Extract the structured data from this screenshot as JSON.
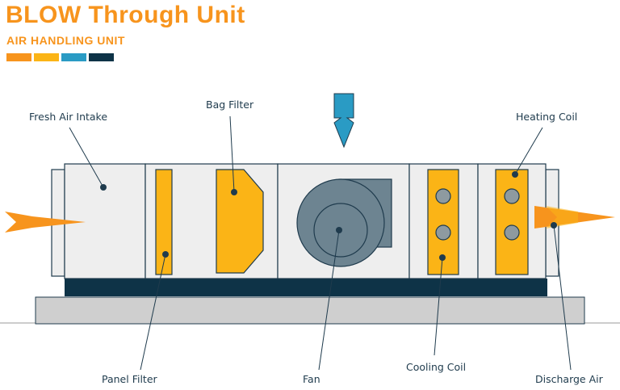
{
  "header": {
    "title": "BLOW Through Unit",
    "subtitle": "AIR HANDLING UNIT",
    "swatches": [
      "#f7941d",
      "#fbb416",
      "#2a9bc4",
      "#0e3347"
    ]
  },
  "labels": {
    "fresh_air_intake": "Fresh Air Intake",
    "bag_filter": "Bag Filter",
    "heating_coil": "Heating Coil",
    "panel_filter": "Panel Filter",
    "fan": "Fan",
    "cooling_coil": "Cooling Coil",
    "discharge_air": "Discharge Air"
  },
  "colors": {
    "orange": "#f7941d",
    "yellow": "#fbb416",
    "blue": "#2a9bc4",
    "navy": "#0e3347",
    "casing": "#eeeeee",
    "base": "#cfcfcf",
    "fan_grey": "#6d8491"
  }
}
